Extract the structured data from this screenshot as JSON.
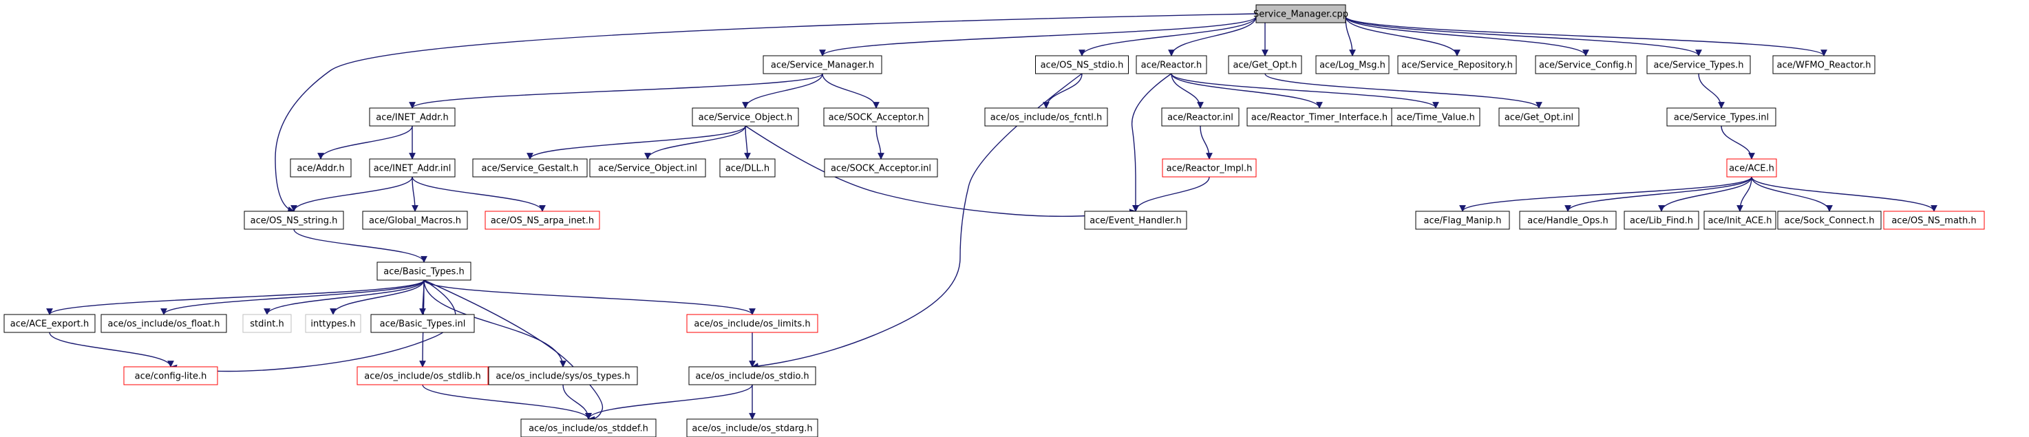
{
  "colors": {
    "edge": "#191970",
    "normal_border": "#000000",
    "truncated_border": "#ff0000",
    "missing_border": "#bfbfbf",
    "root_fill": "#bfbfbf",
    "node_fill": "#ffffff"
  },
  "nodes": [
    {
      "id": "root",
      "label": "Service_Manager.cpp",
      "style": "root"
    },
    {
      "id": "svcmgr_h",
      "label": "ace/Service_Manager.h",
      "style": "normal"
    },
    {
      "id": "os_ns_stdio_h",
      "label": "ace/OS_NS_stdio.h",
      "style": "normal"
    },
    {
      "id": "reactor_h",
      "label": "ace/Reactor.h",
      "style": "normal"
    },
    {
      "id": "get_opt_h",
      "label": "ace/Get_Opt.h",
      "style": "normal"
    },
    {
      "id": "log_msg_h",
      "label": "ace/Log_Msg.h",
      "style": "normal"
    },
    {
      "id": "svc_repo_h",
      "label": "ace/Service_Repository.h",
      "style": "normal"
    },
    {
      "id": "svc_config_h",
      "label": "ace/Service_Config.h",
      "style": "normal"
    },
    {
      "id": "svc_types_h",
      "label": "ace/Service_Types.h",
      "style": "normal"
    },
    {
      "id": "wfmo_h",
      "label": "ace/WFMO_Reactor.h",
      "style": "normal"
    },
    {
      "id": "inet_addr_h",
      "label": "ace/INET_Addr.h",
      "style": "normal"
    },
    {
      "id": "svc_obj_h",
      "label": "ace/Service_Object.h",
      "style": "normal"
    },
    {
      "id": "sock_acc_h",
      "label": "ace/SOCK_Acceptor.h",
      "style": "normal"
    },
    {
      "id": "os_fcntl_h",
      "label": "ace/os_include/os_fcntl.h",
      "style": "normal"
    },
    {
      "id": "reactor_inl",
      "label": "ace/Reactor.inl",
      "style": "normal"
    },
    {
      "id": "reactor_timer_h",
      "label": "ace/Reactor_Timer_Interface.h",
      "style": "normal"
    },
    {
      "id": "time_value_h",
      "label": "ace/Time_Value.h",
      "style": "normal"
    },
    {
      "id": "get_opt_inl",
      "label": "ace/Get_Opt.inl",
      "style": "normal"
    },
    {
      "id": "svc_types_inl",
      "label": "ace/Service_Types.inl",
      "style": "normal"
    },
    {
      "id": "addr_h",
      "label": "ace/Addr.h",
      "style": "normal"
    },
    {
      "id": "inet_addr_inl",
      "label": "ace/INET_Addr.inl",
      "style": "normal"
    },
    {
      "id": "svc_gestalt_h",
      "label": "ace/Service_Gestalt.h",
      "style": "normal"
    },
    {
      "id": "svc_obj_inl",
      "label": "ace/Service_Object.inl",
      "style": "normal"
    },
    {
      "id": "dll_h",
      "label": "ace/DLL.h",
      "style": "normal"
    },
    {
      "id": "sock_acc_inl",
      "label": "ace/SOCK_Acceptor.inl",
      "style": "normal"
    },
    {
      "id": "reactor_impl_h",
      "label": "ace/Reactor_Impl.h",
      "style": "truncated"
    },
    {
      "id": "ace_h",
      "label": "ace/ACE.h",
      "style": "truncated"
    },
    {
      "id": "os_ns_string_h",
      "label": "ace/OS_NS_string.h",
      "style": "normal"
    },
    {
      "id": "global_macros_h",
      "label": "ace/Global_Macros.h",
      "style": "normal"
    },
    {
      "id": "os_ns_arpa_inet_h",
      "label": "ace/OS_NS_arpa_inet.h",
      "style": "truncated"
    },
    {
      "id": "event_handler_h",
      "label": "ace/Event_Handler.h",
      "style": "normal"
    },
    {
      "id": "flag_manip_h",
      "label": "ace/Flag_Manip.h",
      "style": "normal"
    },
    {
      "id": "handle_ops_h",
      "label": "ace/Handle_Ops.h",
      "style": "normal"
    },
    {
      "id": "lib_find_h",
      "label": "ace/Lib_Find.h",
      "style": "normal"
    },
    {
      "id": "init_ace_h",
      "label": "ace/Init_ACE.h",
      "style": "normal"
    },
    {
      "id": "sock_connect_h",
      "label": "ace/Sock_Connect.h",
      "style": "normal"
    },
    {
      "id": "os_ns_math_h",
      "label": "ace/OS_NS_math.h",
      "style": "truncated"
    },
    {
      "id": "basic_types_h",
      "label": "ace/Basic_Types.h",
      "style": "normal"
    },
    {
      "id": "ace_export_h",
      "label": "ace/ACE_export.h",
      "style": "normal"
    },
    {
      "id": "os_float_h",
      "label": "ace/os_include/os_float.h",
      "style": "normal"
    },
    {
      "id": "stdint_h",
      "label": "stdint.h",
      "style": "missing"
    },
    {
      "id": "inttypes_h",
      "label": "inttypes.h",
      "style": "missing"
    },
    {
      "id": "basic_types_inl",
      "label": "ace/Basic_Types.inl",
      "style": "normal"
    },
    {
      "id": "os_limits_h",
      "label": "ace/os_include/os_limits.h",
      "style": "truncated"
    },
    {
      "id": "config_lite_h",
      "label": "ace/config-lite.h",
      "style": "truncated"
    },
    {
      "id": "os_stdlib_h",
      "label": "ace/os_include/os_stdlib.h",
      "style": "truncated"
    },
    {
      "id": "sys_os_types_h",
      "label": "ace/os_include/sys/os_types.h",
      "style": "normal"
    },
    {
      "id": "os_stdio_h",
      "label": "ace/os_include/os_stdio.h",
      "style": "normal"
    },
    {
      "id": "os_stddef_h",
      "label": "ace/os_include/os_stddef.h",
      "style": "normal"
    },
    {
      "id": "os_stdarg_h",
      "label": "ace/os_include/os_stdarg.h",
      "style": "normal"
    }
  ],
  "edges": [
    [
      "root",
      "svcmgr_h"
    ],
    [
      "root",
      "os_ns_stdio_h"
    ],
    [
      "root",
      "reactor_h"
    ],
    [
      "root",
      "get_opt_h"
    ],
    [
      "root",
      "log_msg_h"
    ],
    [
      "root",
      "svc_repo_h"
    ],
    [
      "root",
      "svc_config_h"
    ],
    [
      "root",
      "svc_types_h"
    ],
    [
      "root",
      "wfmo_h"
    ],
    [
      "root",
      "os_ns_string_h"
    ],
    [
      "svcmgr_h",
      "inet_addr_h"
    ],
    [
      "svcmgr_h",
      "svc_obj_h"
    ],
    [
      "svcmgr_h",
      "sock_acc_h"
    ],
    [
      "os_ns_stdio_h",
      "os_fcntl_h"
    ],
    [
      "os_ns_stdio_h",
      "os_stdio_h"
    ],
    [
      "reactor_h",
      "reactor_inl"
    ],
    [
      "reactor_h",
      "reactor_timer_h"
    ],
    [
      "reactor_h",
      "time_value_h"
    ],
    [
      "reactor_h",
      "event_handler_h"
    ],
    [
      "get_opt_h",
      "get_opt_inl"
    ],
    [
      "svc_types_h",
      "svc_types_inl"
    ],
    [
      "svc_types_inl",
      "ace_h"
    ],
    [
      "inet_addr_h",
      "addr_h"
    ],
    [
      "inet_addr_h",
      "inet_addr_inl"
    ],
    [
      "svc_obj_h",
      "svc_gestalt_h"
    ],
    [
      "svc_obj_h",
      "svc_obj_inl"
    ],
    [
      "svc_obj_h",
      "dll_h"
    ],
    [
      "svc_obj_h",
      "event_handler_h"
    ],
    [
      "sock_acc_h",
      "sock_acc_inl"
    ],
    [
      "reactor_inl",
      "reactor_impl_h"
    ],
    [
      "reactor_impl_h",
      "event_handler_h"
    ],
    [
      "inet_addr_inl",
      "os_ns_string_h"
    ],
    [
      "inet_addr_inl",
      "global_macros_h"
    ],
    [
      "inet_addr_inl",
      "os_ns_arpa_inet_h"
    ],
    [
      "ace_h",
      "flag_manip_h"
    ],
    [
      "ace_h",
      "handle_ops_h"
    ],
    [
      "ace_h",
      "lib_find_h"
    ],
    [
      "ace_h",
      "init_ace_h"
    ],
    [
      "ace_h",
      "sock_connect_h"
    ],
    [
      "ace_h",
      "os_ns_math_h"
    ],
    [
      "os_ns_string_h",
      "basic_types_h"
    ],
    [
      "basic_types_h",
      "ace_export_h"
    ],
    [
      "basic_types_h",
      "os_float_h"
    ],
    [
      "basic_types_h",
      "stdint_h"
    ],
    [
      "basic_types_h",
      "inttypes_h"
    ],
    [
      "basic_types_h",
      "basic_types_inl"
    ],
    [
      "basic_types_h",
      "os_limits_h"
    ],
    [
      "basic_types_h",
      "config_lite_h"
    ],
    [
      "basic_types_h",
      "os_stdlib_h"
    ],
    [
      "basic_types_h",
      "sys_os_types_h"
    ],
    [
      "basic_types_h",
      "os_stddef_h"
    ],
    [
      "ace_export_h",
      "config_lite_h"
    ],
    [
      "os_limits_h",
      "os_stdio_h"
    ],
    [
      "os_stdlib_h",
      "os_stddef_h"
    ],
    [
      "sys_os_types_h",
      "os_stddef_h"
    ],
    [
      "os_stdio_h",
      "os_stddef_h"
    ],
    [
      "os_stdio_h",
      "os_stdarg_h"
    ]
  ]
}
